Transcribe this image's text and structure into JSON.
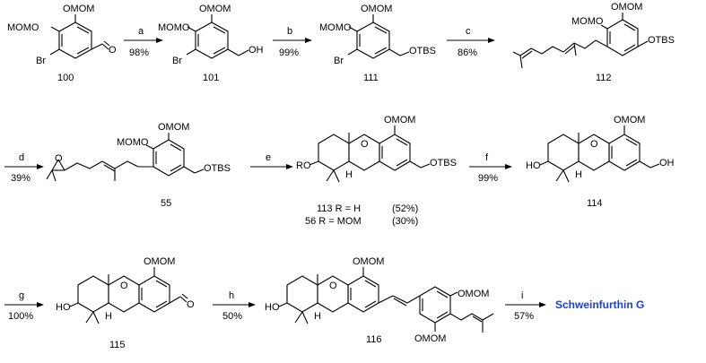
{
  "final_color": "#1f3fd0",
  "steps": [
    {
      "reagent": "a",
      "yield": "98%"
    },
    {
      "reagent": "b",
      "yield": "99%"
    },
    {
      "reagent": "c",
      "yield": "86%"
    },
    {
      "reagent": "d",
      "yield": "39%"
    },
    {
      "reagent": "e",
      "yield": ""
    },
    {
      "reagent": "f",
      "yield": "99%"
    },
    {
      "reagent": "g",
      "yield": "100%"
    },
    {
      "reagent": "h",
      "yield": "50%"
    },
    {
      "reagent": "i",
      "yield": "57%"
    }
  ],
  "compounds": [
    {
      "label": "100"
    },
    {
      "label": "101"
    },
    {
      "label": "111"
    },
    {
      "label": "112"
    },
    {
      "label": "55"
    },
    {
      "label": "113 R = H"
    },
    {
      "label": "56 R = MOM"
    },
    {
      "label": "114"
    },
    {
      "label": "115"
    },
    {
      "label": "116"
    }
  ],
  "yields_e": [
    "(52%)",
    "(30%)"
  ],
  "product": "Schweinfurthin G",
  "atoms": {
    "omom": "OMOM",
    "momo": "MOMO",
    "br": "Br",
    "o": "O",
    "oh": "OH",
    "otbs": "OTBS",
    "ho": "HO",
    "ro": "RO",
    "h": "H"
  }
}
